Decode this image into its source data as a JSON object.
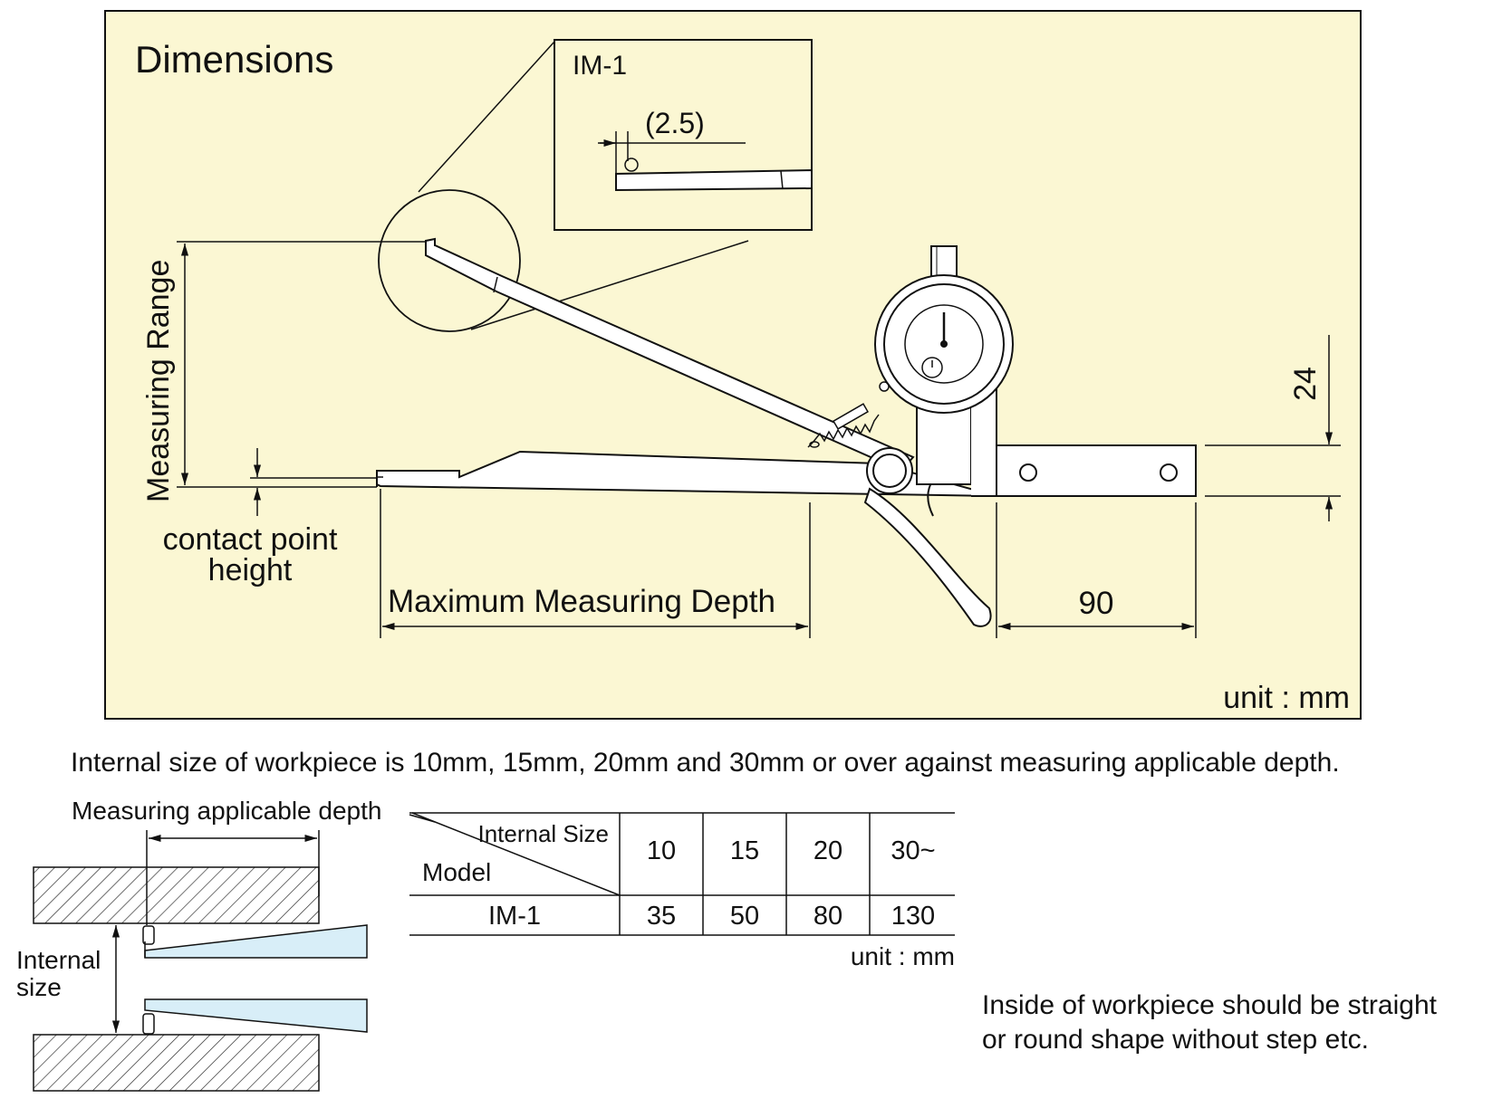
{
  "colors": {
    "panel_fill": "#FBF7D3",
    "blue_fill": "#D8EEF8",
    "ink": "#111111"
  },
  "dimensions_panel": {
    "title": "Dimensions",
    "detail_title": "IM-1",
    "detail_dim": "(2.5)",
    "measuring_range": "Measuring Range",
    "contact_point_line1": "contact point",
    "contact_point_line2": "height",
    "max_depth": "Maximum Measuring Depth",
    "dim_90": "90",
    "dim_24": "24",
    "unit": "unit : mm"
  },
  "note_top": "Internal size of workpiece is 10mm, 15mm, 20mm and 30mm or over against measuring applicable depth.",
  "small_diagram": {
    "depth_label": "Measuring applicable depth",
    "internal_line1": "Internal",
    "internal_line2": "size"
  },
  "table": {
    "corner_top": "Internal Size",
    "corner_bottom": "Model",
    "columns": [
      "10",
      "15",
      "20",
      "30~"
    ],
    "rows": [
      {
        "model": "IM-1",
        "values": [
          "35",
          "50",
          "80",
          "130"
        ]
      }
    ],
    "unit": "unit : mm"
  },
  "note_bottom_line1": "Inside of workpiece should be straight",
  "note_bottom_line2": "or round shape without step etc."
}
